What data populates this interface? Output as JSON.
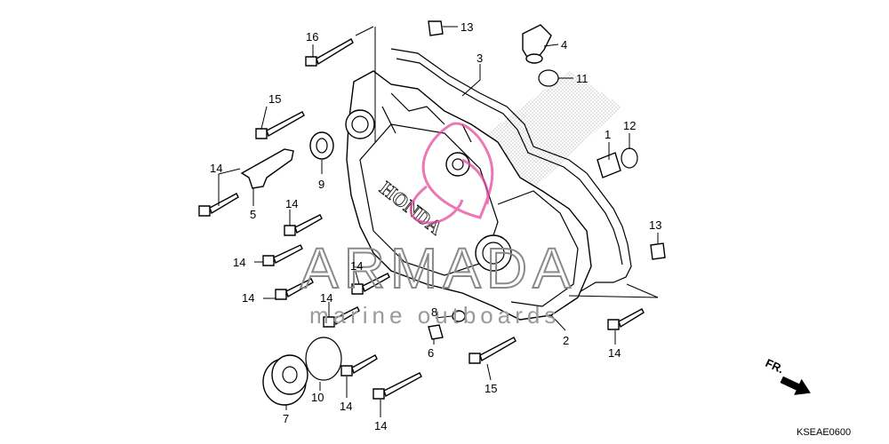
{
  "diagram": {
    "drawing_code": "KSEAE0600",
    "front_indicator": "FR.",
    "watermark": {
      "name": "ARMADA",
      "tagline": "marine outboards"
    },
    "cover_logo": "HONDA",
    "callouts": [
      {
        "id": "16",
        "label": "16"
      },
      {
        "id": "15a",
        "label": "15"
      },
      {
        "id": "14a",
        "label": "14"
      },
      {
        "id": "5",
        "label": "5"
      },
      {
        "id": "9",
        "label": "9"
      },
      {
        "id": "14b",
        "label": "14"
      },
      {
        "id": "14c",
        "label": "14"
      },
      {
        "id": "14d",
        "label": "14"
      },
      {
        "id": "14e",
        "label": "14"
      },
      {
        "id": "14f",
        "label": "14"
      },
      {
        "id": "13a",
        "label": "13"
      },
      {
        "id": "3",
        "label": "3"
      },
      {
        "id": "4",
        "label": "4"
      },
      {
        "id": "11",
        "label": "11"
      },
      {
        "id": "1",
        "label": "1"
      },
      {
        "id": "12",
        "label": "12"
      },
      {
        "id": "13b",
        "label": "13"
      },
      {
        "id": "8",
        "label": "8"
      },
      {
        "id": "6",
        "label": "6"
      },
      {
        "id": "2",
        "label": "2"
      },
      {
        "id": "14g",
        "label": "14"
      },
      {
        "id": "15b",
        "label": "15"
      },
      {
        "id": "10",
        "label": "10"
      },
      {
        "id": "7",
        "label": "7"
      },
      {
        "id": "14h",
        "label": "14"
      },
      {
        "id": "14i",
        "label": "14"
      }
    ]
  }
}
